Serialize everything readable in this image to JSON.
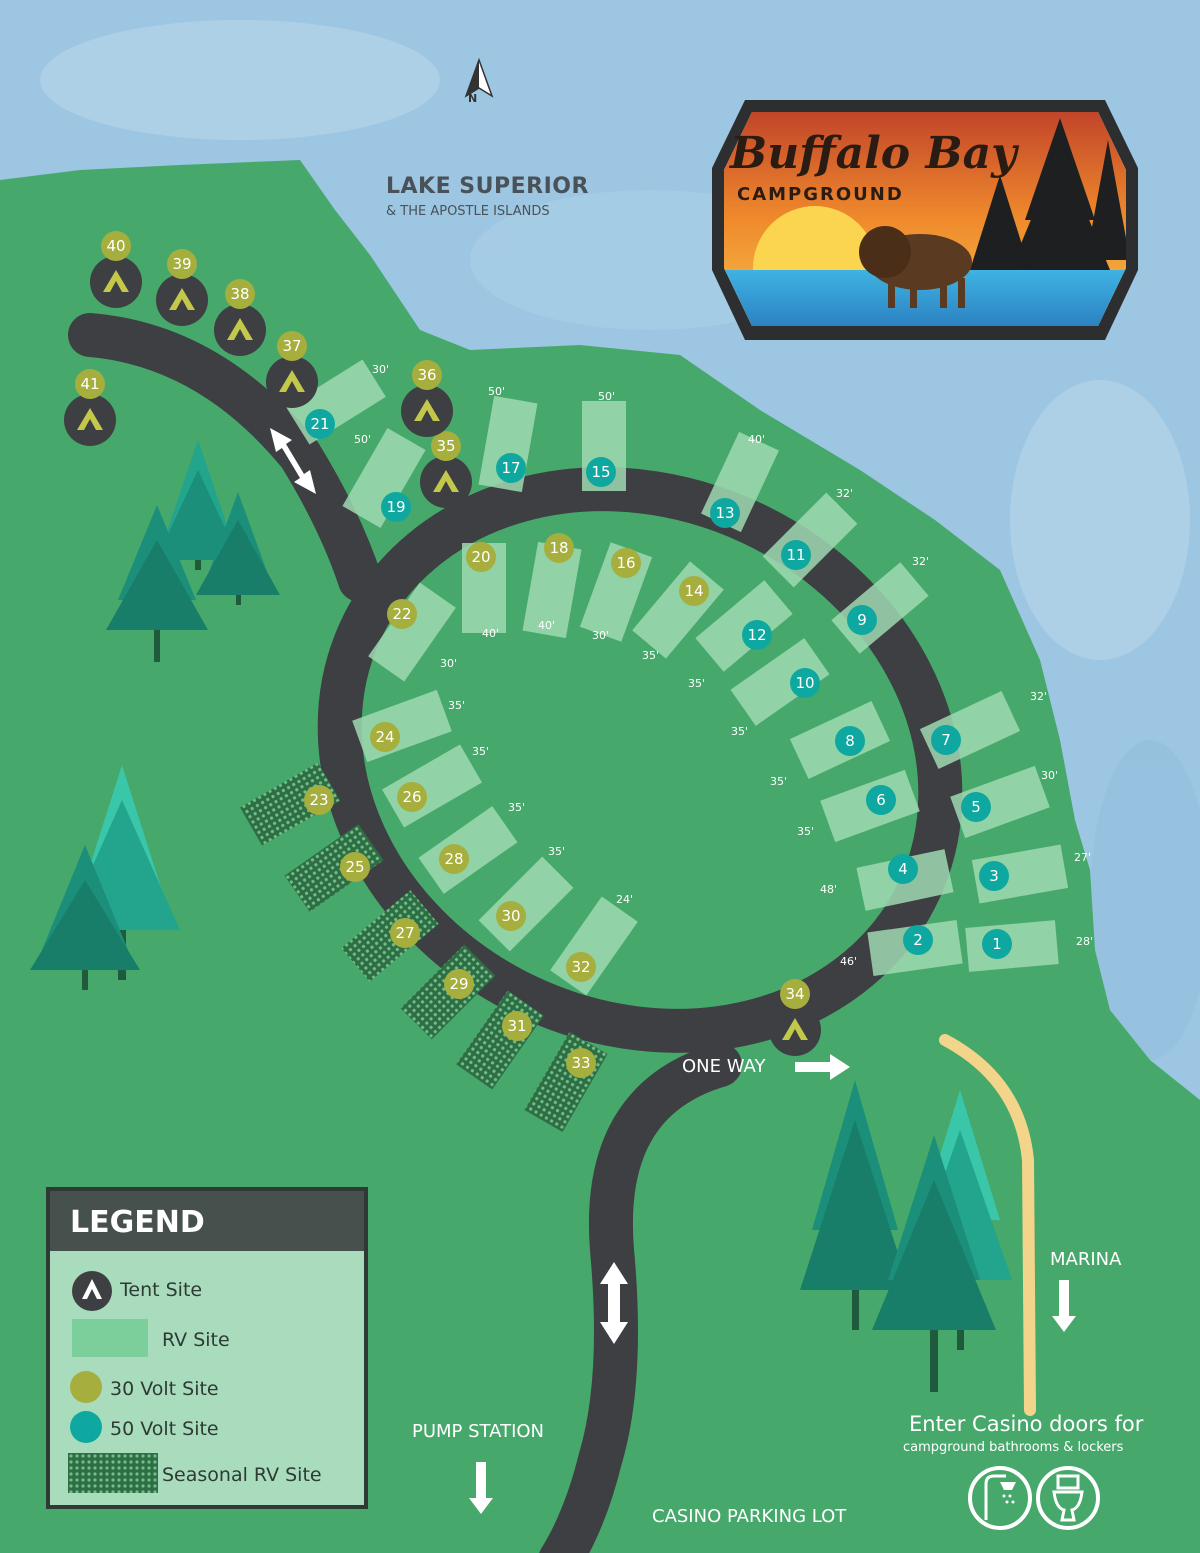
{
  "map": {
    "north_label": "N",
    "lake": {
      "title": "LAKE SUPERIOR",
      "subtitle": "& THE APOSTLE ISLANDS"
    },
    "logo": {
      "script_text": "Buffalo Bay",
      "caps_text": "CAMPGROUND"
    },
    "labels": {
      "one_way": "ONE WAY",
      "marina": "MARINA",
      "pump_station": "PUMP STATION",
      "casino_parking": "CASINO PARKING LOT",
      "casino_enter": "Enter Casino doors for",
      "casino_amenities": "campground bathrooms & lockers"
    },
    "legend": {
      "title": "LEGEND",
      "tent": "Tent Site",
      "rv": "RV Site",
      "v30": "30 Volt Site",
      "v50": "50 Volt Site",
      "seasonal": "Seasonal RV Site"
    },
    "colors": {
      "water": "#9cc6e2",
      "land": "#46a96b",
      "road": "#3d3f43",
      "rv_pad": "#9fd9b1",
      "volt30": "#a6ae3e",
      "volt50": "#0fa8a0",
      "tent": "#3d3f43",
      "tent_icon": "#c3c84a",
      "path": "#f2d58a"
    },
    "icons": [
      "north-arrow-icon",
      "tent-icon",
      "double-arrow-icon",
      "arrow-right-icon",
      "arrow-down-icon",
      "shower-icon",
      "toilet-icon",
      "pine-tree-icon",
      "buffalo-icon"
    ],
    "sites": [
      {
        "id": "1",
        "type": "rv",
        "volt": "50",
        "length": "28'"
      },
      {
        "id": "2",
        "type": "rv",
        "volt": "50",
        "length": "46'"
      },
      {
        "id": "3",
        "type": "rv",
        "volt": "50",
        "length": "27'"
      },
      {
        "id": "4",
        "type": "rv",
        "volt": "50",
        "length": "48'"
      },
      {
        "id": "5",
        "type": "rv",
        "volt": "50",
        "length": "30'"
      },
      {
        "id": "6",
        "type": "rv",
        "volt": "50",
        "length": "35'"
      },
      {
        "id": "7",
        "type": "rv",
        "volt": "50",
        "length": "32'"
      },
      {
        "id": "8",
        "type": "rv",
        "volt": "50",
        "length": "35'"
      },
      {
        "id": "9",
        "type": "rv",
        "volt": "50",
        "length": "32'"
      },
      {
        "id": "10",
        "type": "rv",
        "volt": "50",
        "length": "35'"
      },
      {
        "id": "11",
        "type": "rv",
        "volt": "50",
        "length": "32'"
      },
      {
        "id": "12",
        "type": "rv",
        "volt": "50",
        "length": "35'"
      },
      {
        "id": "13",
        "type": "rv",
        "volt": "50",
        "length": "40'"
      },
      {
        "id": "14",
        "type": "rv",
        "volt": "30",
        "length": "35'"
      },
      {
        "id": "15",
        "type": "rv",
        "volt": "50",
        "length": "50'"
      },
      {
        "id": "16",
        "type": "rv",
        "volt": "30",
        "length": "30'"
      },
      {
        "id": "17",
        "type": "rv",
        "volt": "50",
        "length": "50'"
      },
      {
        "id": "18",
        "type": "rv",
        "volt": "30",
        "length": "40'"
      },
      {
        "id": "19",
        "type": "rv",
        "volt": "50",
        "length": "50'"
      },
      {
        "id": "20",
        "type": "rv",
        "volt": "30",
        "length": "40'"
      },
      {
        "id": "21",
        "type": "rv",
        "volt": "50",
        "length": "30'"
      },
      {
        "id": "22",
        "type": "rv",
        "volt": "30",
        "length": "30'"
      },
      {
        "id": "23",
        "type": "seasonal",
        "volt": "30"
      },
      {
        "id": "24",
        "type": "rv",
        "volt": "30",
        "length": "35'"
      },
      {
        "id": "25",
        "type": "seasonal",
        "volt": "30"
      },
      {
        "id": "26",
        "type": "rv",
        "volt": "30",
        "length": "35'"
      },
      {
        "id": "27",
        "type": "seasonal",
        "volt": "30"
      },
      {
        "id": "28",
        "type": "rv",
        "volt": "30",
        "length": "35'"
      },
      {
        "id": "29",
        "type": "seasonal",
        "volt": "30"
      },
      {
        "id": "30",
        "type": "rv",
        "volt": "30",
        "length": "35'"
      },
      {
        "id": "31",
        "type": "seasonal",
        "volt": "30"
      },
      {
        "id": "32",
        "type": "rv",
        "volt": "30",
        "length": "24'"
      },
      {
        "id": "33",
        "type": "seasonal",
        "volt": "30"
      },
      {
        "id": "34",
        "type": "tent"
      },
      {
        "id": "35",
        "type": "tent"
      },
      {
        "id": "36",
        "type": "tent"
      },
      {
        "id": "37",
        "type": "tent"
      },
      {
        "id": "38",
        "type": "tent"
      },
      {
        "id": "39",
        "type": "tent"
      },
      {
        "id": "40",
        "type": "tent"
      },
      {
        "id": "41",
        "type": "tent"
      }
    ]
  }
}
